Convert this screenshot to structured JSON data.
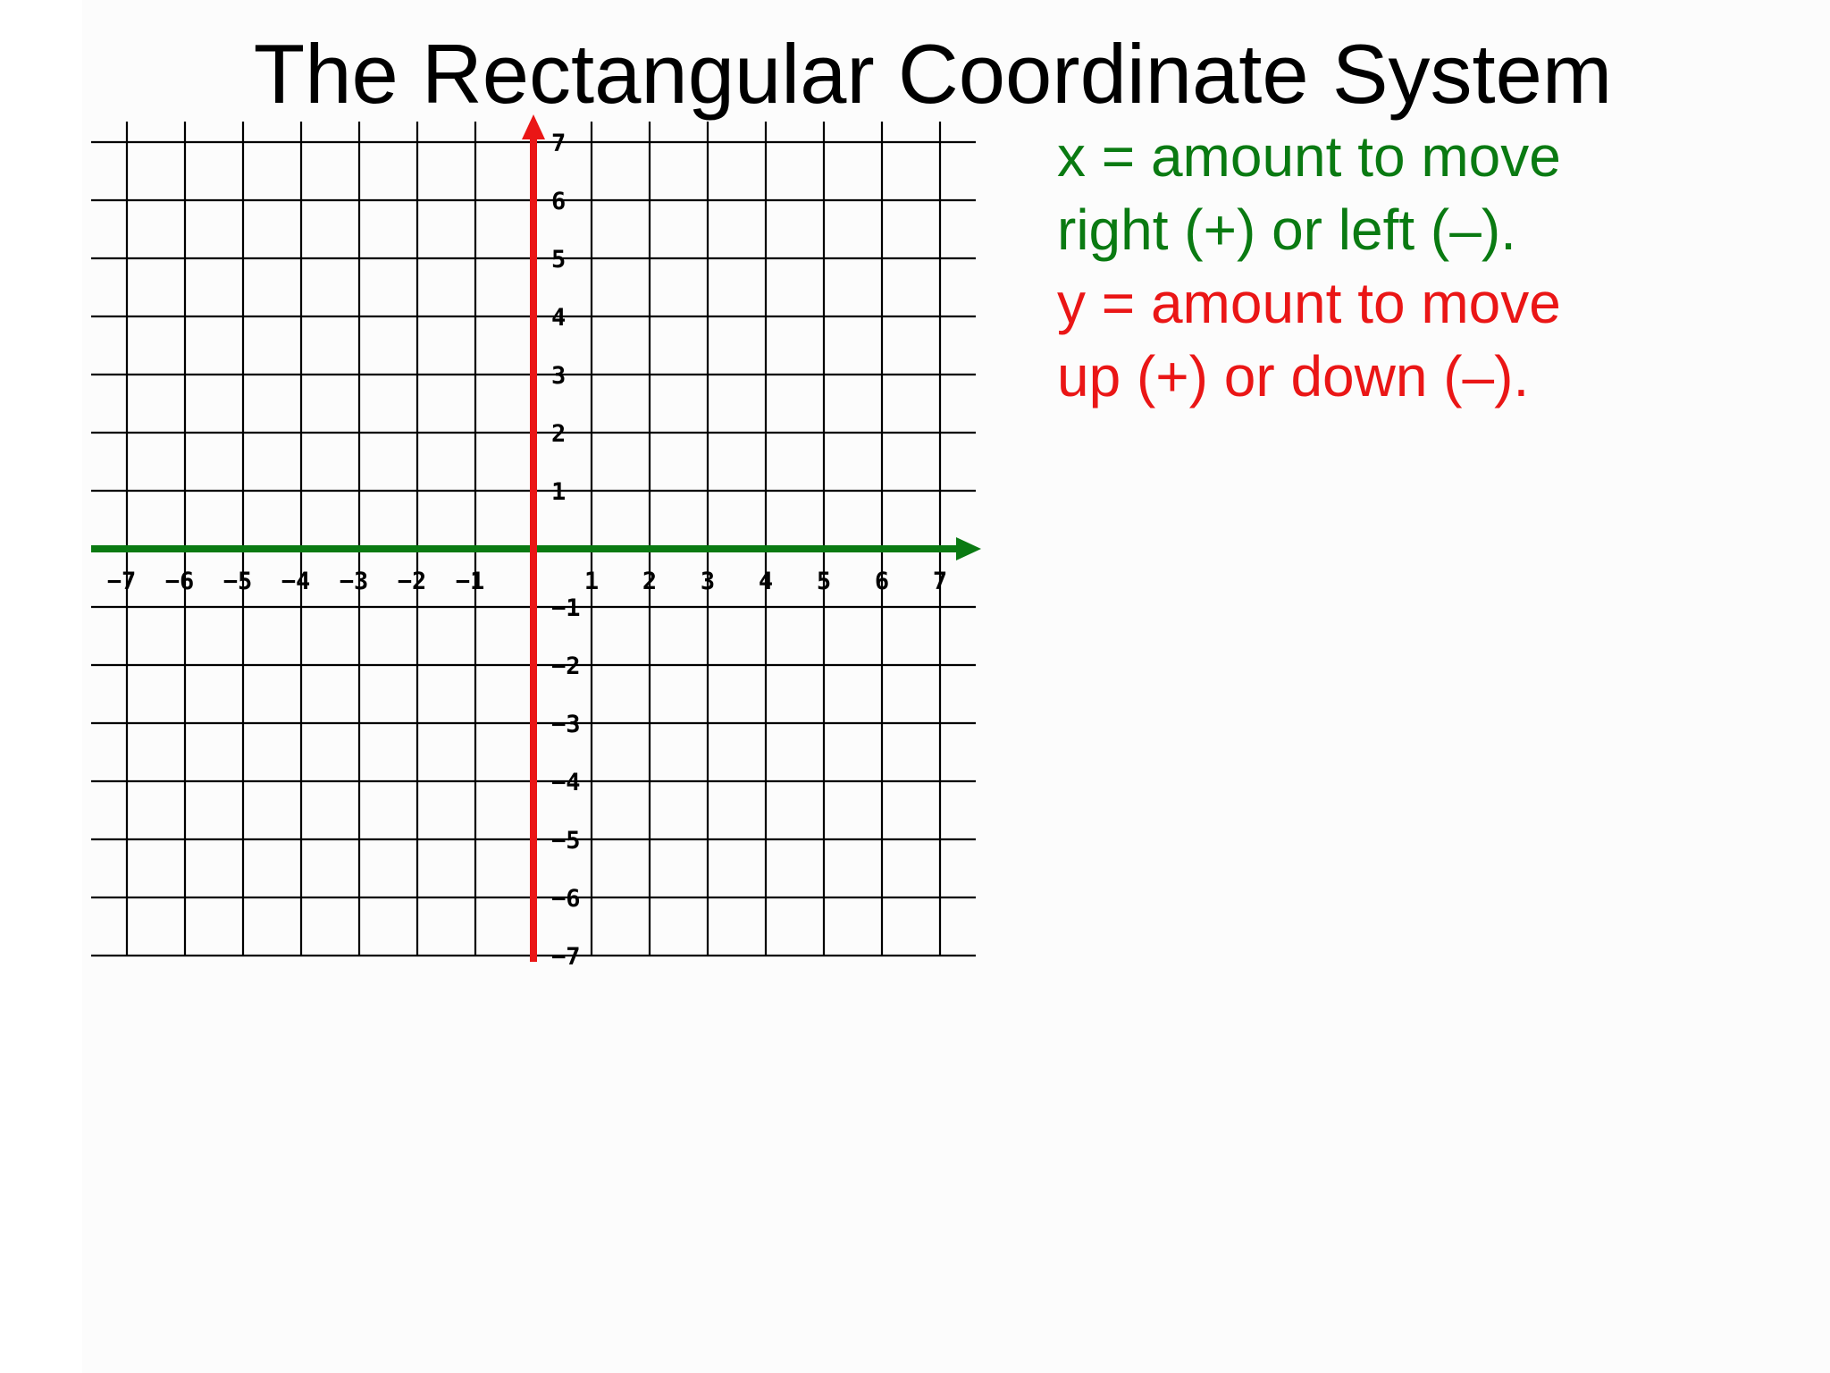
{
  "title": "The Rectangular Coordinate System",
  "colors": {
    "x_axis": "#0a7a12",
    "y_axis": "#ea1616",
    "grid": "#000000",
    "x_text": "#0a7a12",
    "y_text": "#ea1616"
  },
  "explanation": {
    "x_line1": "x = amount to move",
    "x_line2": "right (+) or left (–).",
    "y_line1": "y = amount to move",
    "y_line2": "up (+) or down (–)."
  },
  "chart_data": {
    "type": "coordinate-plane",
    "xlim": [
      -7,
      7
    ],
    "ylim": [
      -7,
      7
    ],
    "grid": true,
    "x_tick_labels": [
      "−7",
      "−6",
      "−5",
      "−4",
      "−3",
      "−2",
      "−1",
      "1",
      "2",
      "3",
      "4",
      "5",
      "6",
      "7"
    ],
    "y_tick_labels": [
      "7",
      "6",
      "5",
      "4",
      "3",
      "2",
      "1",
      "−1",
      "−2",
      "−3",
      "−4",
      "−5",
      "−6",
      "−7"
    ]
  }
}
